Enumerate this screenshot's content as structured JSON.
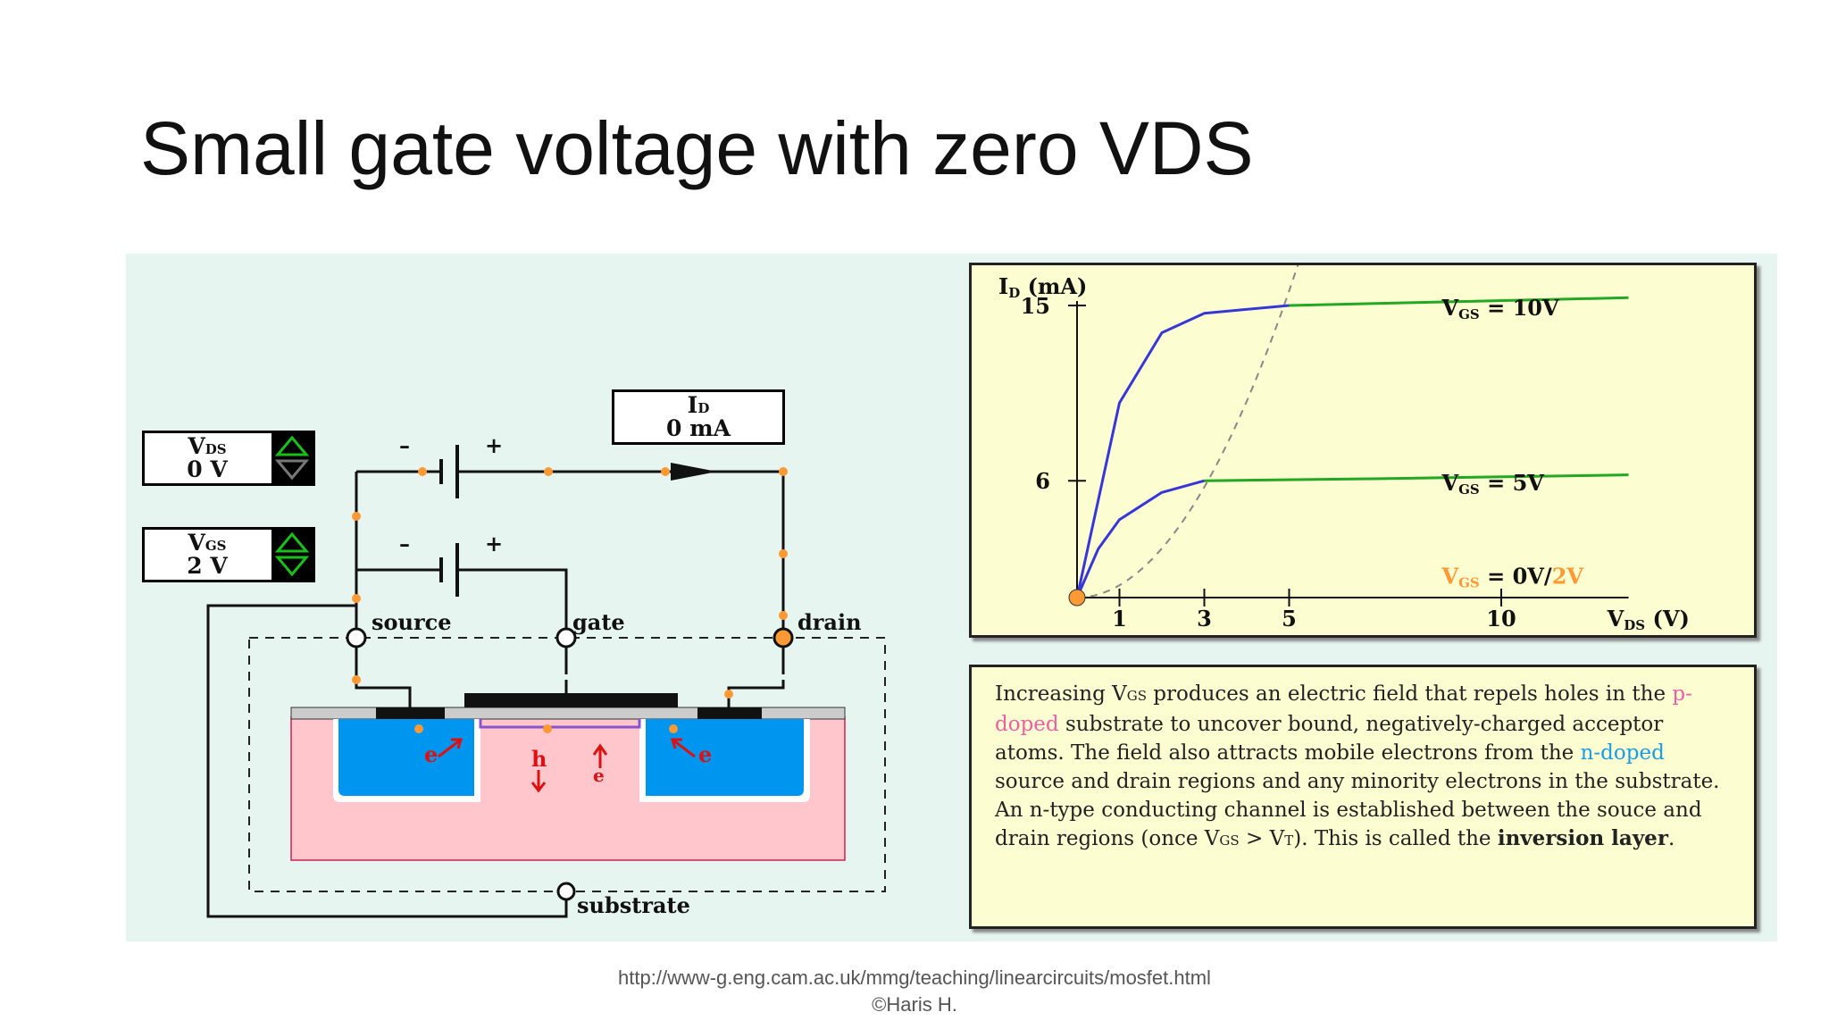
{
  "slide": {
    "title": "Small gate voltage with zero VDS",
    "source_url": "http://www-g.eng.cam.ac.uk/mmg/teaching/linearcircuits/mosfet.html",
    "credit": "©Haris H."
  },
  "controls": {
    "vds": {
      "symbol": "V",
      "sub": "DS",
      "value": "0 V"
    },
    "vgs": {
      "symbol": "V",
      "sub": "GS",
      "value": "2 V"
    }
  },
  "meter": {
    "symbol": "I",
    "sub": "D",
    "value": "0 mA"
  },
  "circuit": {
    "minus": "–",
    "plus": "+",
    "source": "source",
    "gate": "gate",
    "drain": "drain",
    "substrate": "substrate",
    "carrier_e": "e",
    "carrier_h": "h"
  },
  "graph": {
    "y_axis": {
      "symbol": "I",
      "sub": "D",
      "unit": " (mA)"
    },
    "x_axis": {
      "symbol": "V",
      "sub": "DS",
      "unit": " (V)"
    },
    "y_ticks": [
      "15",
      "6"
    ],
    "x_ticks": [
      "1",
      "3",
      "5",
      "10"
    ],
    "curve_labels": [
      {
        "pre": "V",
        "sub": "GS",
        "post": " = 10V"
      },
      {
        "pre": "V",
        "sub": "GS",
        "post": " = 5V"
      },
      {
        "pre": "V",
        "sub": "GS",
        "post": " = 0V/",
        "accent": "2V"
      }
    ]
  },
  "chart_data": {
    "type": "line",
    "ylabel": "ID (mA)",
    "xlabel": "VDS (V)",
    "xlim": [
      0,
      13
    ],
    "ylim": [
      0,
      17
    ],
    "series": [
      {
        "name": "VGS = 10V",
        "x": [
          0,
          1,
          2,
          3,
          5,
          9,
          13
        ],
        "y": [
          0,
          10,
          13.6,
          14.6,
          15,
          15.2,
          15.4
        ]
      },
      {
        "name": "VGS = 5V",
        "x": [
          0,
          0.5,
          1,
          2,
          3,
          7,
          13
        ],
        "y": [
          0,
          2.5,
          4,
          5.4,
          6,
          6.1,
          6.3
        ]
      },
      {
        "name": "VGS = 0V/2V",
        "x": [
          0,
          13
        ],
        "y": [
          0,
          0
        ]
      }
    ]
  },
  "explanation": {
    "t1": "Increasing V",
    "t1_sub": "GS",
    "t2": " produces an electric field that repels holes in the ",
    "p_doped": "p-doped",
    "t3": " substrate to uncover bound, negatively-charged acceptor atoms. The field also attracts mobile electrons from the ",
    "n_doped": "n-doped",
    "t4": " source and drain regions and any minority electrons in the substrate. An n-type conducting channel is established between the souce and drain regions (once V",
    "t4_sub": "GS",
    "t5": " > V",
    "t5_sub": "T",
    "t6": "). This is called the ",
    "bold": "inversion layer",
    "t7": "."
  },
  "colors": {
    "n_region": "#0096f0",
    "substrate": "#ffc6cb",
    "curve": "#3737d8",
    "saturation": "#22a822",
    "orange": "#ff9933",
    "arrow_red": "#dd1111",
    "panel": "#fdfdd2",
    "background": "#e6f5ef"
  }
}
